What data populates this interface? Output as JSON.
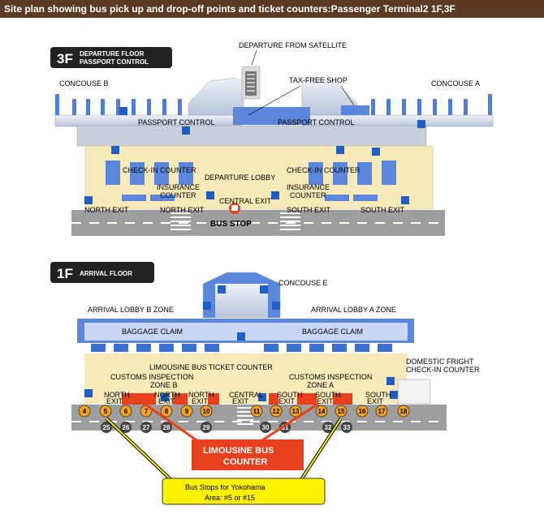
{
  "title": "Site plan showing bus pick up and drop-off points and ticket counters:Passenger Terminal2 1F,3F",
  "floor3": {
    "badge": "3F",
    "name_line1": "DEPARTURE FLOOR",
    "name_line2": "PASSPORT CONTROL",
    "departure_from_satellite": "DEPARTURE FROM SATELLITE",
    "tax_free_shop": "TAX-FREE SHOP",
    "concourse_b": "CONCOUSE B",
    "concourse_a": "CONCOUSE A",
    "passport_control_left": "PASSPORT CONTROL",
    "passport_control_right": "PASSPORT CONTROL",
    "checkin_left": "CHECK-IN COUNTER",
    "checkin_right": "CHECK-IN COUNTER",
    "departure_lobby": "DEPARTURE LOBBY",
    "insurance_left_1": "INSURANCE",
    "insurance_left_2": "COUNTER",
    "insurance_right_1": "INSURANCE",
    "insurance_right_2": "COUNTER",
    "central_exit": "CENTRAL EXIT",
    "north_exit_1": "NORTH EXIT",
    "north_exit_2": "NORTH EXIT",
    "south_exit_1": "SOUTH EXIT",
    "south_exit_2": "SOUTH EXIT",
    "bus_stop": "BUS STOP"
  },
  "floor1": {
    "badge": "1F",
    "name": "ARRIVAL FLOOR",
    "concourse_e": "CONCOUSE E",
    "arrival_lobby_b": "ARRIVAL LOBBY B ZONE",
    "arrival_lobby_a": "ARRIVAL LOBBY A ZONE",
    "baggage_left": "BAGGAGE CLAIM",
    "baggage_right": "BAGGAGE CLAIM",
    "limousine_ticket": "LIMOUSINE BUS TICKET COUNTER",
    "customs_b_1": "CUSTOMS INSPECTION",
    "customs_b_2": "ZONE B",
    "customs_a_1": "CUSTOMS INSPECTION",
    "customs_a_2": "ZONE A",
    "domestic_1": "DOMESTIC FRIGHT",
    "domestic_2": "CHECK-IN COUNTER",
    "exits": [
      {
        "l1": "NORTH",
        "l2": "EXIT"
      },
      {
        "l1": "NORTH",
        "l2": "EXIT"
      },
      {
        "l1": "NORTH",
        "l2": "EXIT"
      },
      {
        "l1": "CENTRAL",
        "l2": "EXIT"
      },
      {
        "l1": "SOUTH",
        "l2": "EXIT"
      },
      {
        "l1": "SOUTH",
        "l2": "EXIT"
      },
      {
        "l1": "SOUTH",
        "l2": "EXIT"
      }
    ],
    "stops_orange": [
      "4",
      "5",
      "6",
      "7",
      "8",
      "9",
      "10",
      "11",
      "12",
      "13",
      "14",
      "15",
      "16",
      "17",
      "18"
    ],
    "stops_grey": [
      "25",
      "26",
      "27",
      "28",
      "29",
      "30",
      "31",
      "32",
      "33"
    ],
    "limousine_counter_1": "LIMOUSINE BUS",
    "limousine_counter_2": "COUNTER",
    "yokohama_1": "Bus Stops for Yokohama",
    "yokohama_2": "Area: #5 or #15"
  },
  "colors": {
    "title_bg": "#5a3a22",
    "floor_bg": "#f7e9b8",
    "building": "#cfd6e6",
    "blue": "#3b6fd1",
    "road": "#9e9e9e",
    "orange": "#f7a11a",
    "red": "#e8401e",
    "yellow": "#fff200"
  }
}
